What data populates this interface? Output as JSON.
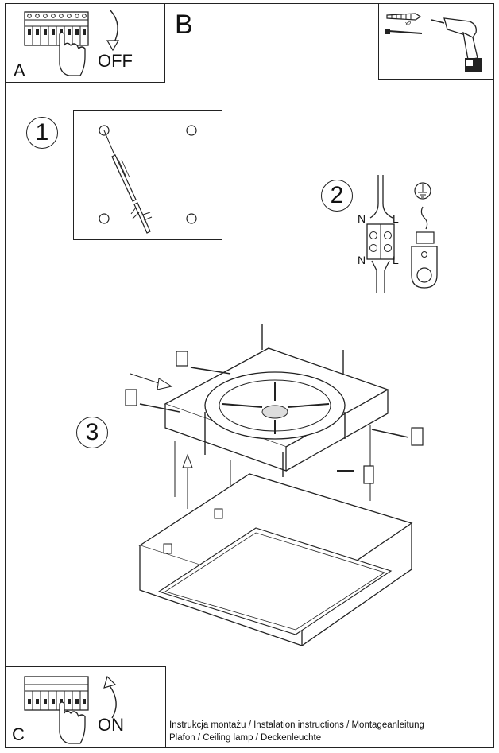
{
  "panel_a": {
    "letter": "A",
    "state": "OFF"
  },
  "panel_b": {
    "letter": "B",
    "tools": {
      "plug_count": "x2"
    }
  },
  "panel_c": {
    "letter": "C",
    "state": "ON"
  },
  "steps": {
    "s1": "1",
    "s2": "2",
    "s3": "3"
  },
  "wiring": {
    "neutral_top": "N",
    "live_top": "L",
    "neutral_bottom": "N",
    "live_bottom": "L"
  },
  "caption": {
    "line1": "Instrukcja montażu / Instalation instructions / Montageanleitung",
    "line2": "Plafon / Ceiling lamp / Deckenleuchte"
  }
}
